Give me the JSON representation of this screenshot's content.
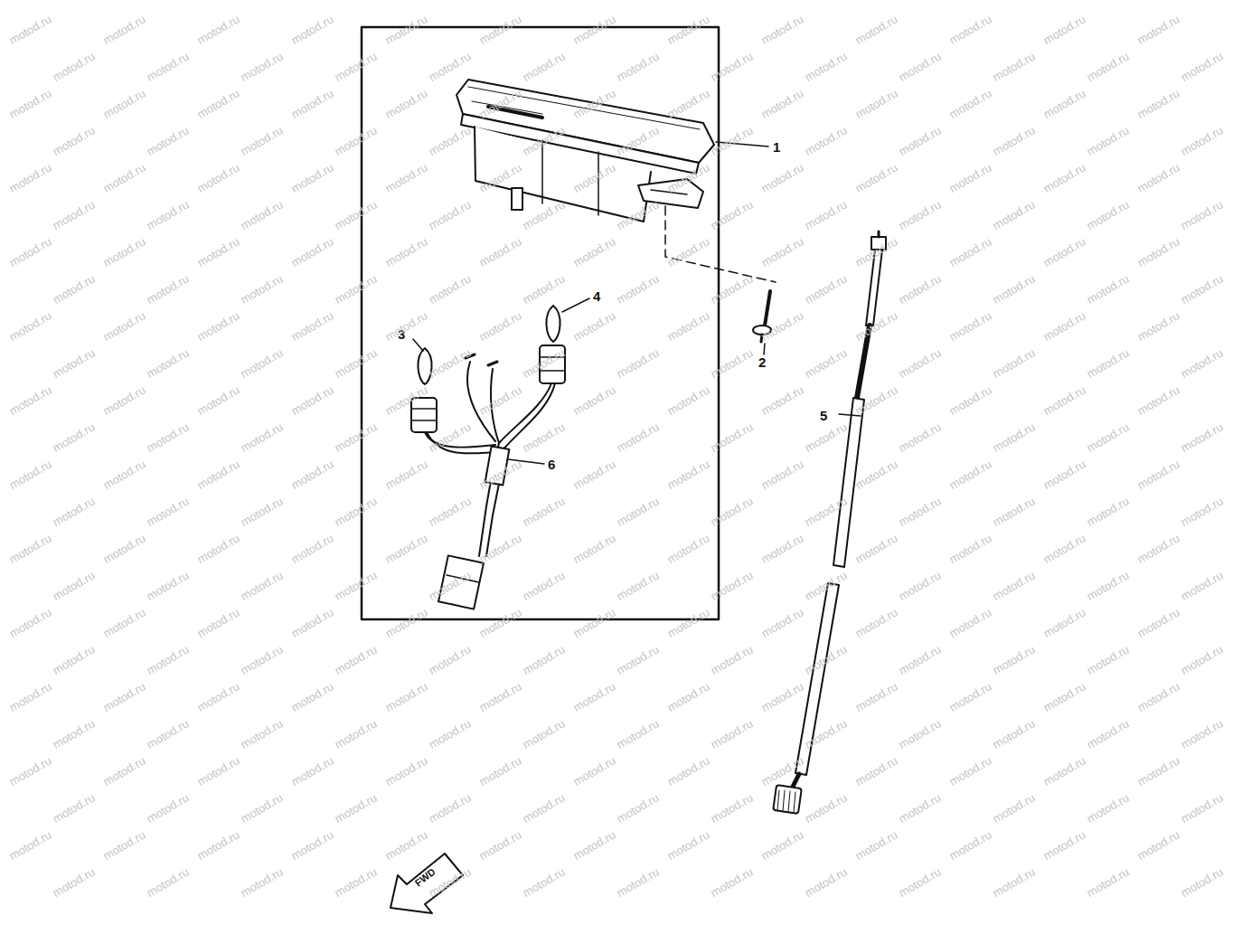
{
  "diagram": {
    "labels": [
      "1",
      "2",
      "3",
      "4",
      "5",
      "6",
      "FWD",
      "motod.ru",
      "motod.ru",
      "motod.ru",
      "motod.ru",
      "motod.ru",
      "motod.ru",
      "motod.ru",
      "motod.ru",
      "motod.ru",
      "motod.ru",
      "motod.ru",
      "motod.ru",
      "motod.ru",
      "motod.ru",
      "motod.ru",
      "motod.ru",
      "motod.ru",
      "motod.ru",
      "motod.ru",
      "motod.ru",
      "motod.ru",
      "motod.ru",
      "motod.ru",
      "motod.ru",
      "motod.ru",
      "motod.ru",
      "motod.ru",
      "motod.ru",
      "motod.ru",
      "motod.ru",
      "motod.ru",
      "motod.ru",
      "motod.ru",
      "motod.ru",
      "motod.ru",
      "motod.ru",
      "motod.ru",
      "motod.ru",
      "motod.ru",
      "motod.ru",
      "motod.ru",
      "motod.ru",
      "motod.ru",
      "motod.ru",
      "motod.ru",
      "motod.ru",
      "motod.ru",
      "motod.ru",
      "motod.ru",
      "motod.ru",
      "motod.ru",
      "motod.ru",
      "motod.ru",
      "motod.ru",
      "motod.ru",
      "motod.ru",
      "motod.ru",
      "motod.ru",
      "motod.ru",
      "motod.ru",
      "motod.ru",
      "motod.ru",
      "motod.ru",
      "motod.ru",
      "motod.ru",
      "motod.ru",
      "motod.ru",
      "motod.ru",
      "motod.ru",
      "motod.ru",
      "motod.ru",
      "motod.ru",
      "motod.ru",
      "motod.ru",
      "motod.ru",
      "motod.ru",
      "motod.ru",
      "motod.ru",
      "motod.ru",
      "motod.ru",
      "motod.ru",
      "motod.ru",
      "motod.ru",
      "motod.ru",
      "motod.ru",
      "motod.ru",
      "motod.ru",
      "motod.ru",
      "motod.ru",
      "motod.ru",
      "motod.ru",
      "motod.ru",
      "motod.ru",
      "motod.ru",
      "motod.ru",
      "motod.ru",
      "motod.ru",
      "motod.ru",
      "motod.ru",
      "motod.ru",
      "motod.ru",
      "motod.ru",
      "motod.ru",
      "motod.ru",
      "motod.ru",
      "motod.ru",
      "motod.ru",
      "motod.ru",
      "motod.ru",
      "motod.ru",
      "motod.ru",
      "motod.ru",
      "motod.ru",
      "motod.ru",
      "motod.ru",
      "motod.ru",
      "motod.ru",
      "motod.ru",
      "motod.ru",
      "motod.ru",
      "motod.ru",
      "motod.ru",
      "motod.ru",
      "motod.ru",
      "motod.ru",
      "motod.ru",
      "motod.ru",
      "motod.ru",
      "motod.ru",
      "motod.ru",
      "motod.ru",
      "motod.ru",
      "motod.ru",
      "motod.ru",
      "motod.ru",
      "motod.ru",
      "motod.ru",
      "motod.ru",
      "motod.ru",
      "motod.ru",
      "motod.ru",
      "motod.ru",
      "motod.ru",
      "motod.ru",
      "motod.ru",
      "motod.ru",
      "motod.ru",
      "motod.ru",
      "motod.ru",
      "motod.ru",
      "motod.ru",
      "motod.ru",
      "motod.ru",
      "motod.ru",
      "motod.ru",
      "motod.ru",
      "motod.ru",
      "motod.ru",
      "motod.ru",
      "motod.ru",
      "motod.ru",
      "motod.ru",
      "motod.ru",
      "motod.ru",
      "motod.ru",
      "motod.ru",
      "motod.ru",
      "motod.ru",
      "motod.ru",
      "motod.ru",
      "motod.ru",
      "motod.ru",
      "motod.ru",
      "motod.ru",
      "motod.ru",
      "motod.ru",
      "motod.ru",
      "motod.ru",
      "motod.ru",
      "motod.ru",
      "motod.ru",
      "motod.ru",
      "motod.ru",
      "motod.ru",
      "motod.ru",
      "motod.ru",
      "motod.ru",
      "motod.ru",
      "motod.ru",
      "motod.ru",
      "motod.ru",
      "motod.ru",
      "motod.ru",
      "motod.ru",
      "motod.ru",
      "motod.ru",
      "motod.ru",
      "motod.ru",
      "motod.ru",
      "motod.ru",
      "motod.ru",
      "motod.ru",
      "motod.ru",
      "motod.ru",
      "motod.ru",
      "motod.ru",
      "motod.ru",
      "motod.ru",
      "motod.ru",
      "motod.ru",
      "motod.ru",
      "motod.ru",
      "motod.ru",
      "motod.ru",
      "motod.ru",
      "motod.ru",
      "motod.ru",
      "motod.ru",
      "motod.ru",
      "motod.ru",
      "motod.ru",
      "motod.ru",
      "motod.ru",
      "motod.ru",
      "motod.ru",
      "motod.ru",
      "motod.ru",
      "motod.ru",
      "motod.ru",
      "motod.ru",
      "motod.ru",
      "motod.ru",
      "motod.ru",
      "motod.ru",
      "motod.ru",
      "motod.ru",
      "motod.ru",
      "motod.ru",
      "motod.ru",
      "motod.ru",
      "motod.ru",
      "motod.ru",
      "motod.ru",
      "motod.ru",
      "motod.ru",
      "motod.ru",
      "motod.ru",
      "motod.ru",
      "motod.ru",
      "motod.ru",
      "motod.ru",
      "motod.ru",
      "motod.ru",
      "motod.ru",
      "motod.ru",
      "motod.ru",
      "motod.ru",
      "motod.ru",
      "motod.ru",
      "motod.ru",
      "motod.ru",
      "motod.ru",
      "motod.ru",
      "motod.ru",
      "motod.ru",
      "motod.ru",
      "motod.ru",
      "motod.ru",
      "motod.ru",
      "motod.ru",
      "motod.ru",
      "motod.ru",
      "motod.ru",
      "motod.ru",
      "motod.ru",
      "motod.ru",
      "motod.ru",
      "motod.ru",
      "motod.ru",
      "motod.ru",
      "motod.ru",
      "motod.ru",
      "motod.ru",
      "motod.ru",
      "motod.ru",
      "motod.ru",
      "motod.ru",
      "motod.ru",
      "motod.ru",
      "motod.ru",
      "motod.ru",
      "motod.ru",
      "motod.ru",
      "motod.ru",
      "motod.ru",
      "motod.ru",
      "motod.ru",
      "motod.ru",
      "motod.ru",
      "motod.ru",
      "motod.ru",
      "motod.ru",
      "motod.ru",
      "motod.ru",
      "motod.ru",
      "motod.ru",
      "motod.ru",
      "motod.ru",
      "motod.ru",
      "motod.ru",
      "motod.ru",
      "motod.ru"
    ]
  }
}
